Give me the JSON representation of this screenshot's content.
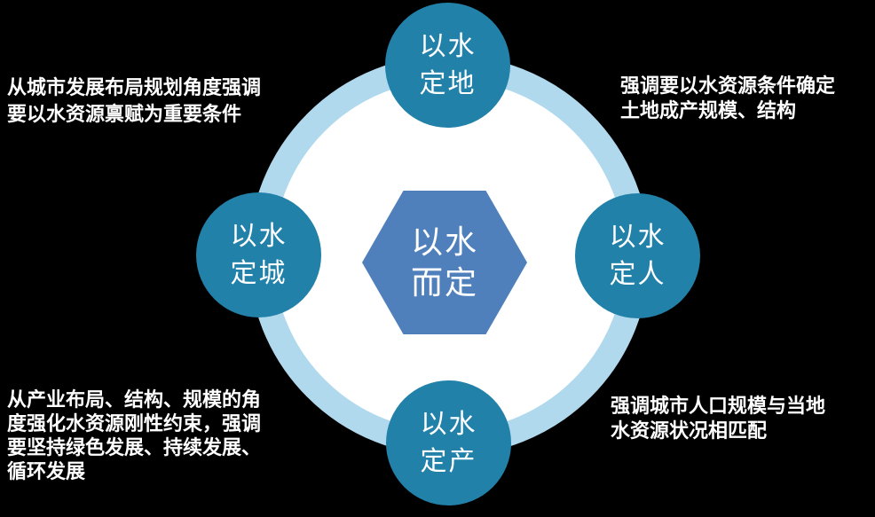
{
  "colors": {
    "background": "#000000",
    "ring": "#b0d9ee",
    "ring_inner": "#ffffff",
    "node_circle": "#2181a9",
    "center_hexagon": "#4f80bc",
    "text": "#ffffff"
  },
  "center_hexagon": {
    "line1": "以水",
    "line2": "而定"
  },
  "nodes": {
    "top": {
      "line1": "以水",
      "line2": "定地"
    },
    "left": {
      "line1": "以水",
      "line2": "定城"
    },
    "right": {
      "line1": "以水",
      "line2": "定人"
    },
    "bottom": {
      "line1": "以水",
      "line2": "定产"
    }
  },
  "annotations": {
    "top_left": {
      "lines": [
        "从城市发展布局规划角度强调",
        "要以水资源禀赋为重要条件"
      ]
    },
    "top_right": {
      "lines": [
        "强调要以水资源条件确定",
        "土地成产规模、结构"
      ]
    },
    "bottom_left": {
      "lines": [
        "从产业布局、结构、规模的角",
        "度强化水资源刚性约束，强调",
        "要坚持绿色发展、持续发展、",
        "循环发展"
      ]
    },
    "bottom_right": {
      "lines": [
        "强调城市人口规模与当地",
        "水资源状况相匹配"
      ]
    }
  }
}
